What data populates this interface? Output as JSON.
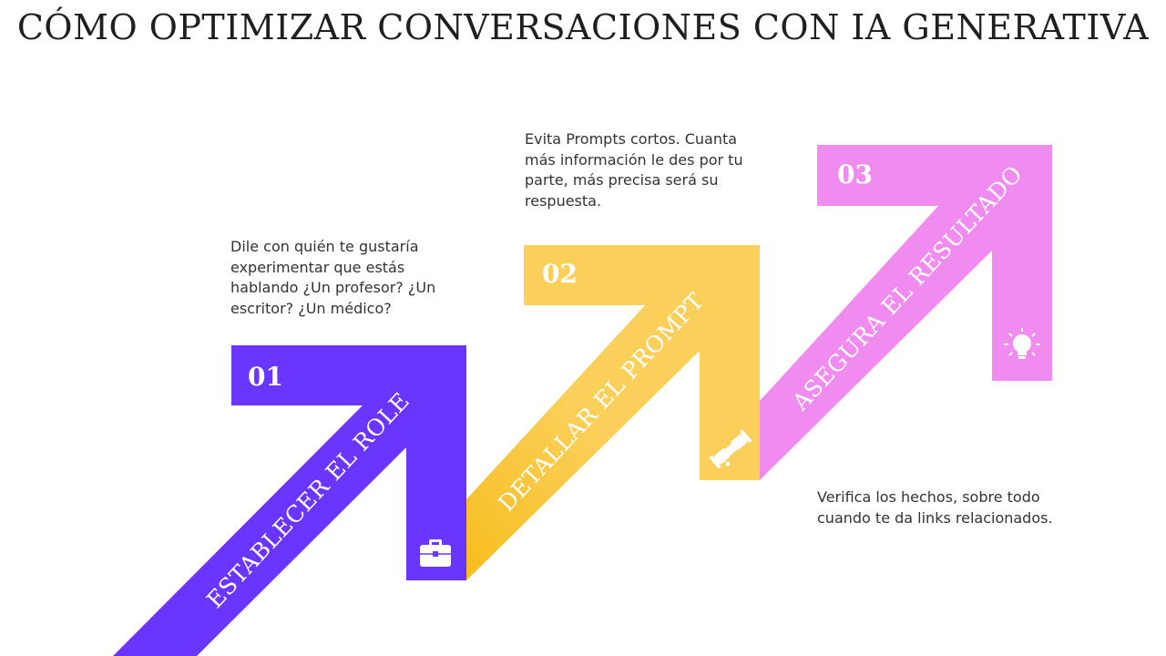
{
  "title": "CÓMO OPTIMIZAR CONVERSACIONES CON IA GENERATIVA",
  "colors": {
    "step1": "#6a35ff",
    "step2": "#fbd05a",
    "step2_dark": "#f8c02a",
    "step3": "#f08cf0"
  },
  "steps": [
    {
      "number": "01",
      "label": "ESTABLECER EL ROLE",
      "icon": "briefcase-icon",
      "description": "Dile con quién te gustaría experimentar que estás hablando ¿Un profesor? ¿Un escritor? ¿Un médico?"
    },
    {
      "number": "02",
      "label": "DETALLAR EL PROMPT",
      "icon": "handshake-icon",
      "description": "Evita Prompts cortos. Cuanta más información le des por tu parte, más precisa será su respuesta."
    },
    {
      "number": "03",
      "label": "ASEGURA EL RESULTADO",
      "icon": "lightbulb-icon",
      "description": "Verifica los hechos, sobre todo cuando te da links relacionados."
    }
  ]
}
